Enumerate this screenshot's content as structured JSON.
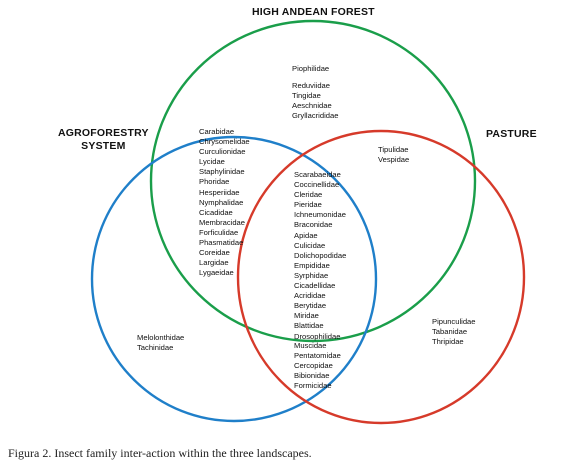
{
  "colors": {
    "high_andean_forest": "#1a9e4a",
    "agroforestry_system": "#1f7fc9",
    "pasture": "#d63a2a"
  },
  "labels": {
    "high_andean_forest": "HIGH ANDEAN FOREST",
    "agroforestry_line1": "AGROFORESTRY",
    "agroforestry_line2": "SYSTEM",
    "pasture": "PASTURE"
  },
  "regions": {
    "forest_only_a": [
      "Piophilidae"
    ],
    "forest_only_b": [
      "Reduviidae",
      "Tingidae",
      "Aeschnidae",
      "Gryllacrididae"
    ],
    "forest_agro": [
      "Carabidae",
      "Chrysomelidae",
      "Curculionidae",
      "Lycidae",
      "Staphylinidae",
      "Phoridae",
      "Hesperiidae",
      "Nymphalidae",
      "Cicadidae",
      "Membracidae",
      "Forficulidae",
      "Phasmatidae",
      "Coreidae",
      "Largidae",
      "Lygaeidae"
    ],
    "forest_pasture": [
      "Tipulidae",
      "Vespidae"
    ],
    "all_three": [
      "Scarabaeidae",
      "Coccinellidae",
      "Cleridae",
      "Pieridae",
      "Ichneumonidae",
      "Braconidae",
      "Apidae",
      "Culicidae",
      "Dolichopodidae",
      "Empididae",
      "Syrphidae",
      "Cicadellidae",
      "Acrididae",
      "Berytidae",
      "Miridae",
      "Blattidae",
      "Drosophilidae"
    ],
    "agro_only": [
      "Melolonthidae",
      "Tachinidae"
    ],
    "agro_pasture": [
      "Muscidae",
      "Pentatomidae",
      "Cercopidae",
      "Bibionidae",
      "Formicidae"
    ],
    "pasture_only": [
      "Pipunculidae",
      "Tabanidae",
      "Thripidae"
    ]
  },
  "caption": "Figura 2. Insect family inter-action within the three landscapes."
}
